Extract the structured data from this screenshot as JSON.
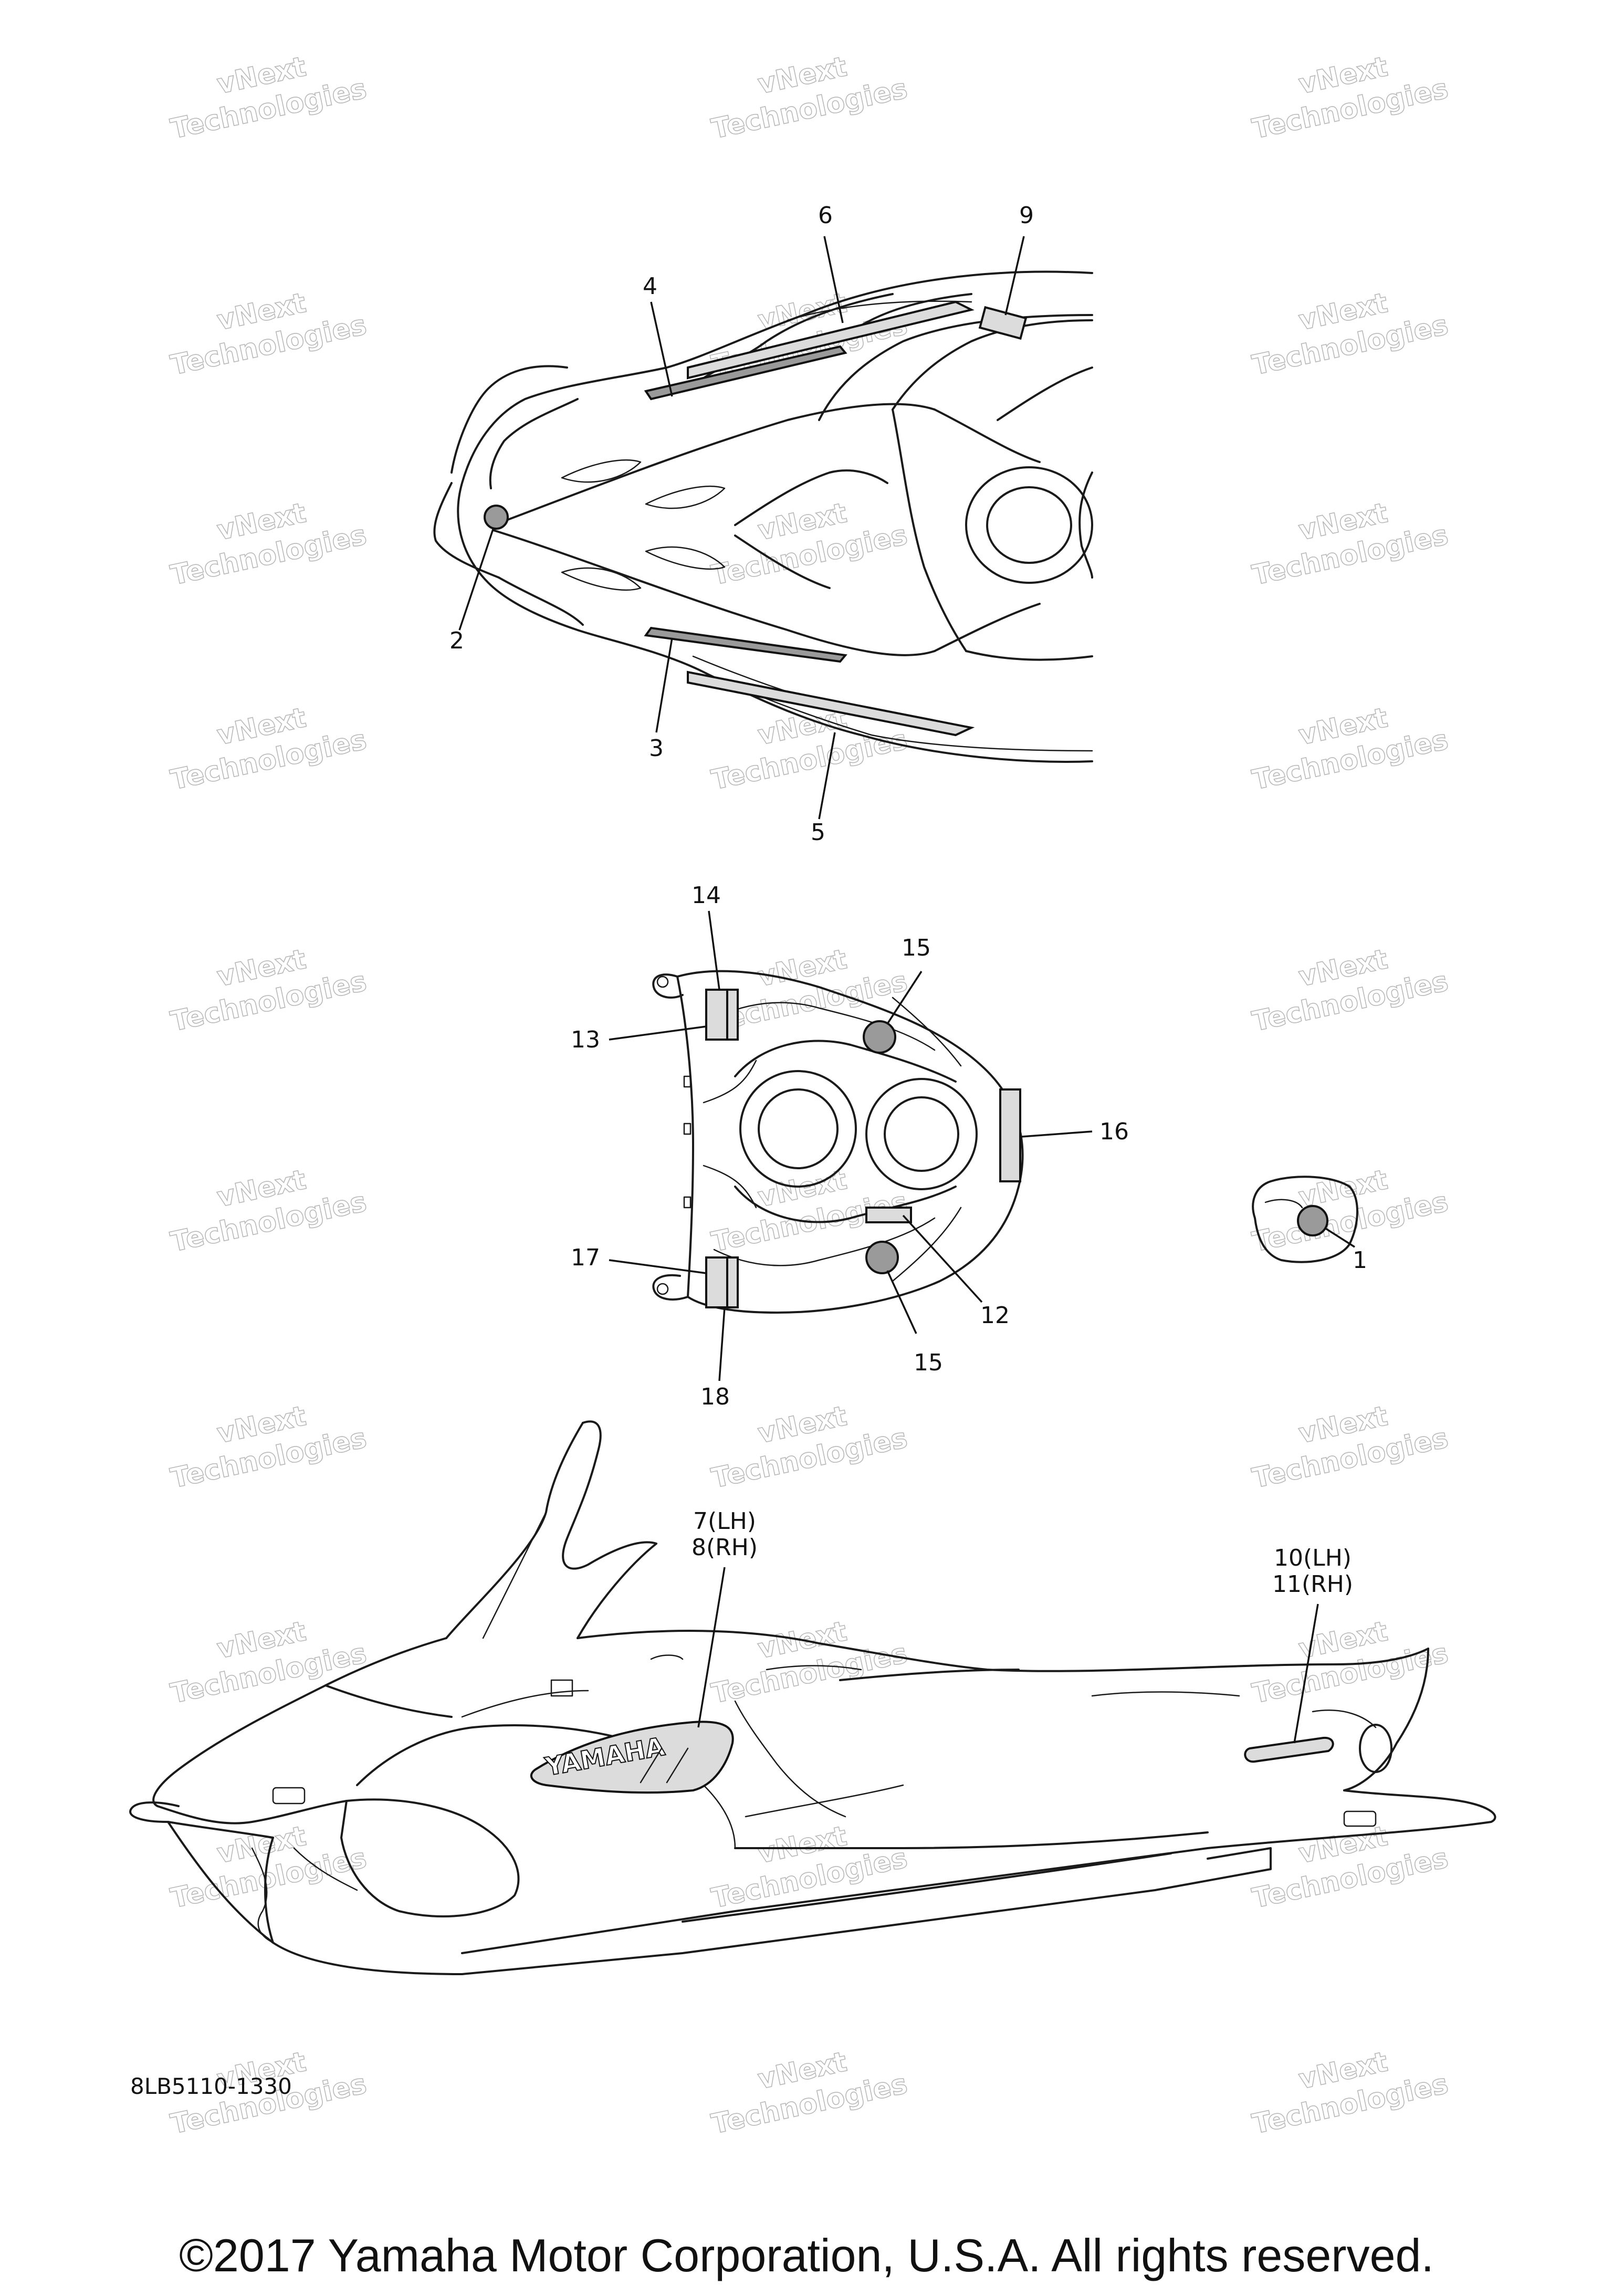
{
  "watermark": {
    "line1": "vNext",
    "line2": "Technologies"
  },
  "callouts": {
    "c1": "1",
    "c2": "2",
    "c3": "3",
    "c4": "4",
    "c5": "5",
    "c6": "6",
    "c9": "9",
    "c12": "12",
    "c13": "13",
    "c14": "14",
    "c15a": "15",
    "c15b": "15",
    "c16": "16",
    "c17": "17",
    "c18": "18",
    "c7": "7(LH)",
    "c8": "8(RH)",
    "c10": "10(LH)",
    "c11": "11(RH)"
  },
  "decal_text": {
    "side_logo": "YAMAHA"
  },
  "part_code": "8LB5110-1330",
  "copyright": "©2017 Yamaha Motor Corporation, U.S.A. All rights reserved."
}
